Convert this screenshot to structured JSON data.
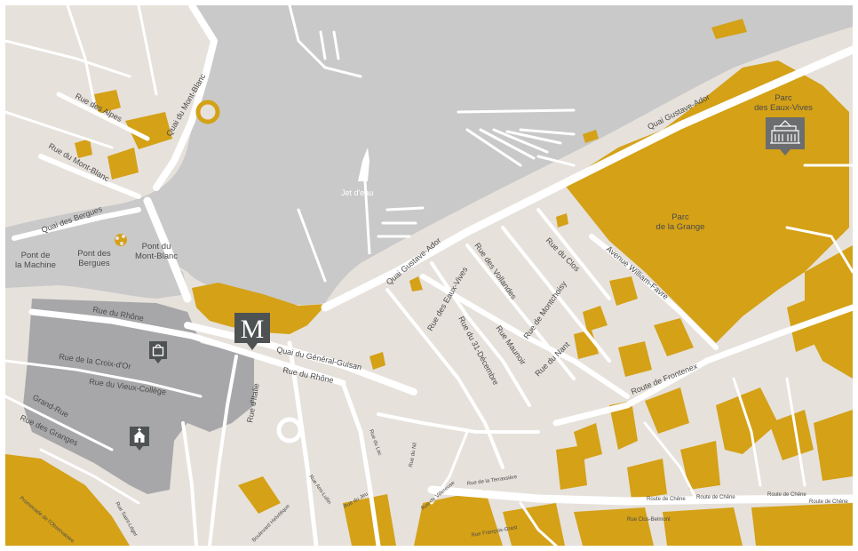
{
  "colors": {
    "land": "#e6e1db",
    "water": "#c9c9c9",
    "road": "#ffffff",
    "park": "#d4a117",
    "oldtown": "#a7a7a9",
    "marker": "#4f5253"
  },
  "water": {
    "jet_label": "Jet d'eau"
  },
  "districts": {
    "pont_machine": "Pont de\nla Machine",
    "pont_bergues": "Pont des\nBergues",
    "pont_mont_blanc": "Pont du\nMont-Blanc",
    "parc_eaux_vives": "Parc\ndes Eaux-Vives",
    "parc_grange": "Parc\nde la Grange"
  },
  "streets": {
    "rue_des_alpes": "Rue des Alpes",
    "quai_mont_blanc": "Quai du Mont-Blanc",
    "rue_mont_blanc": "Rue du Mont-Blanc",
    "quai_bergues": "Quai des Bergues",
    "rue_rhone_1": "Rue du Rhône",
    "rue_rhone_2": "Rue du Rhône",
    "rue_croix_or": "Rue de la Croix-d'Or",
    "rue_vieux_college": "Rue du Vieux-Collège",
    "grand_rue": "Grand-Rue",
    "rue_granges": "Rue des Granges",
    "quai_general_guisan": "Quai du Général-Guisan",
    "rue_italie": "Rue d'Italie",
    "quai_gustave_ador_1": "Quai Gustave-Ador",
    "quai_gustave_ador_2": "Quai Gustave-Ador",
    "rue_eaux_vives": "Rue des Eaux-Vives",
    "rue_31_decembre": "Rue du 31-Décembre",
    "rue_vollandes": "Rue des Vollandes",
    "rue_maunoir": "Rue Maunoir",
    "rue_clos": "Rue du Clos",
    "rue_montchoisy": "Rue de Montchoisy",
    "rue_nant": "Rue du Nant",
    "avenue_william_favre": "Avenue William-Favre",
    "route_frontenex": "Route de Frontenex",
    "route_chene_1": "Route de Chêne",
    "route_chene_2": "Route de Chêne",
    "route_chene_3": "Route de Chêne",
    "route_chene_4": "Route de Chêne",
    "rue_terrassiere": "Rue de la Terrassière",
    "rue_clos_belmont": "Rue Clos-Belmont",
    "rue_du_lac": "Rue du Lac",
    "rue_du_nil": "Rue du Nil",
    "rue_villereuse": "Rue de Villereuse",
    "rue_ami_lullin": "Rue Ami-Lullin",
    "rue_du_jeu": "Rue du Jeu",
    "rue_francois": "Rue François-Grast",
    "bd_helvetique": "Boulevard Helvétique",
    "rue_saint_leger": "Rue Saint-Léger",
    "promenade": "Promenade de l'Observatoire"
  },
  "markers": {
    "hotel_letter": "M",
    "hotel_icon": "hotel-m-logo",
    "shopping_icon": "shopping-bag-icon",
    "church_icon": "church-icon",
    "palace_icon": "palace-icon",
    "flower_clock_icon": "flower-clock-icon"
  }
}
